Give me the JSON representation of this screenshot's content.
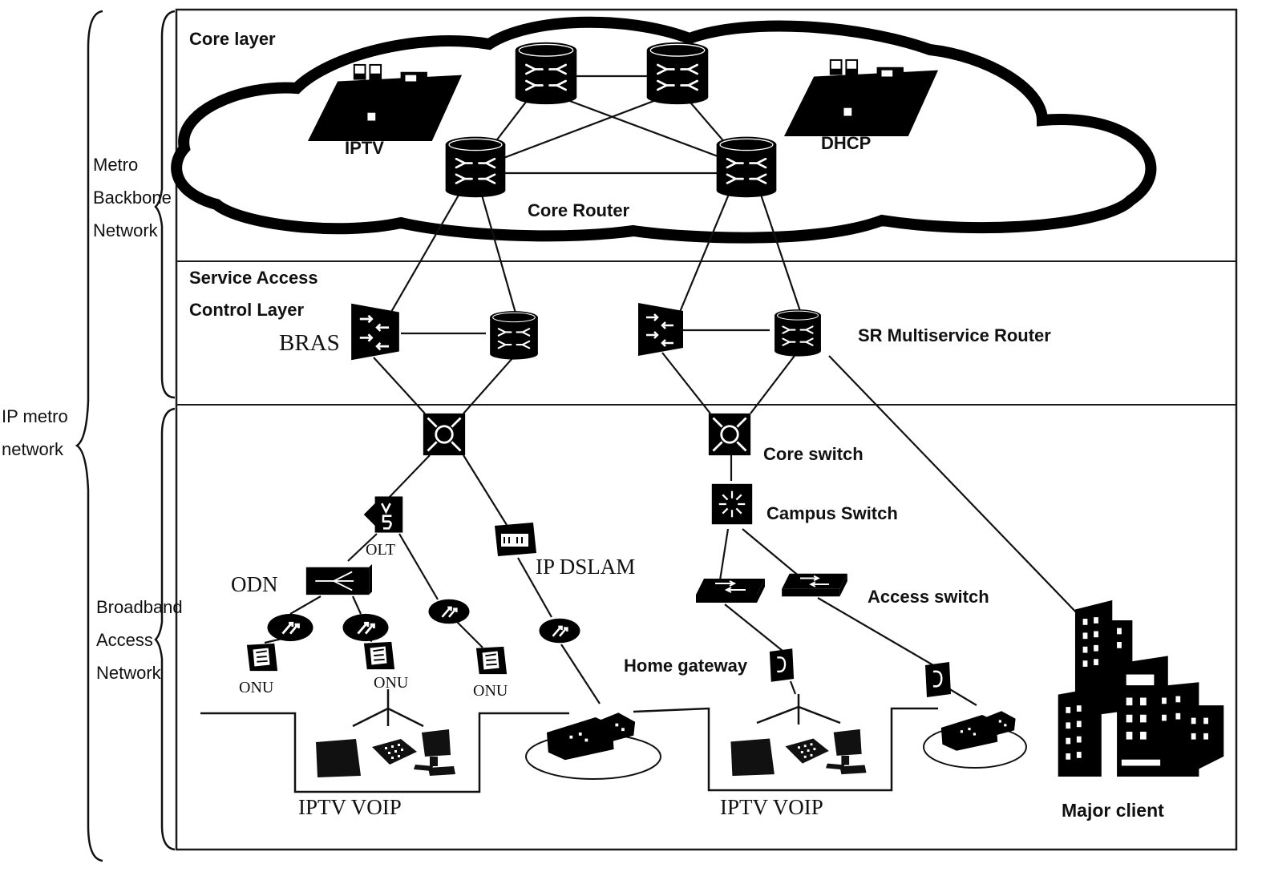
{
  "brackets": {
    "ip_metro": [
      "IP metro",
      "network"
    ],
    "metro_backbone": [
      "Metro",
      "Backbone",
      "Network"
    ],
    "broadband_access": [
      "Broadband",
      "Access",
      "Network"
    ]
  },
  "layers": {
    "core": "Core layer",
    "service_access": [
      "Service Access",
      "Control Layer"
    ]
  },
  "core_labels": {
    "iptv": "IPTV",
    "dhcp": "DHCP",
    "core_router": "Core Router"
  },
  "service_labels": {
    "bras": "BRAS",
    "sr_router": "SR Multiservice Router"
  },
  "access_labels": {
    "core_switch": "Core switch",
    "campus_switch": "Campus Switch",
    "access_switch": "Access switch",
    "olt": "OLT",
    "odn": "ODN",
    "ip_dslam": "IP DSLAM",
    "home_gateway": "Home gateway",
    "onu": [
      "ONU",
      "ONU",
      "ONU"
    ],
    "iptv_voip": [
      "IPTV VOIP",
      "IPTV VOIP"
    ],
    "major_client": "Major client"
  },
  "colors": {
    "ink": "#111111",
    "frame": "#1a1a1a",
    "background": "#ffffff"
  },
  "icons": [
    "router-icon",
    "bras-icon",
    "switch-icon",
    "campus-switch-icon",
    "olt-icon",
    "odn-icon",
    "onu-icon",
    "splitter-icon",
    "dslam-icon",
    "modem-icon",
    "server-icon",
    "pc-icon",
    "phone-icon",
    "tv-icon",
    "building-icon",
    "cloud-icon"
  ]
}
